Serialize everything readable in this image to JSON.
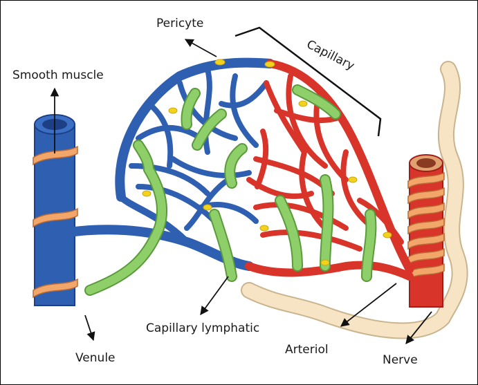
{
  "labels": {
    "pericyte": "Pericyte",
    "capillary": "Capillary",
    "smooth_muscle": "Smooth muscle",
    "capillary_lymphatic": "Capillary lymphatic",
    "venule": "Venule",
    "arteriol": "Arteriol",
    "nerve": "Nerve"
  },
  "colors": {
    "venous": "#2f5fb0",
    "venous_dark": "#1d3f86",
    "arterial": "#d8342a",
    "arterial_dark": "#9e1e18",
    "lymphatic": "#8fcf6a",
    "lymphatic_dark": "#5a9a3c",
    "smooth_muscle": "#f2a66a",
    "nerve": "#f6e4c4",
    "pericyte": "#f2d21c"
  }
}
